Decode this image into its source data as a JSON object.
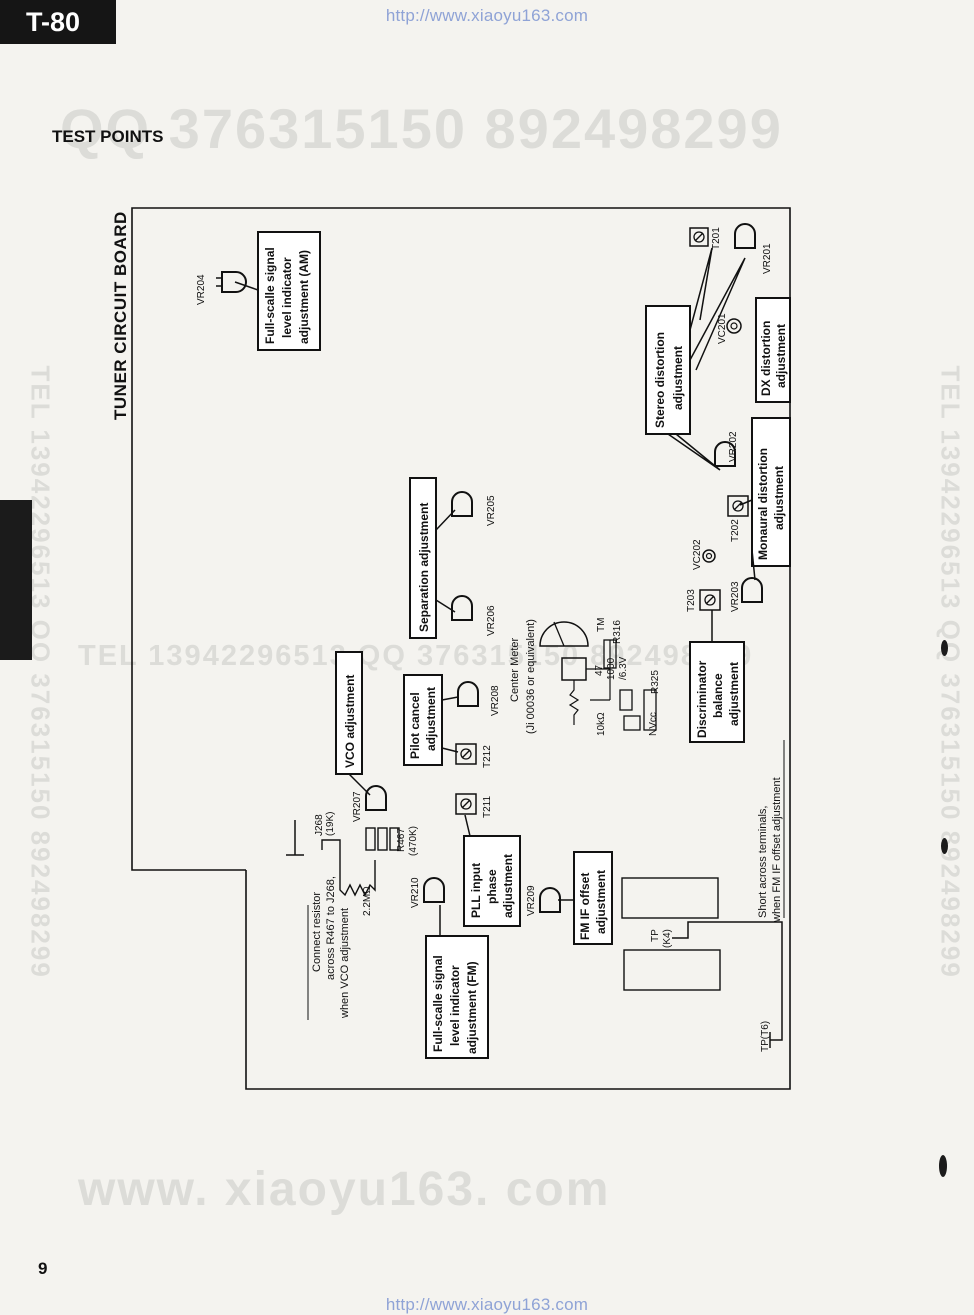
{
  "header": {
    "model": "T-80",
    "url_top": "http://www.xiaoyu163.com",
    "url_bottom": "http://www.xiaoyu163.com"
  },
  "page": {
    "section_title": "TEST POINTS",
    "page_number": "9"
  },
  "watermarks": {
    "qq_top": "QQ 376315150    892498299",
    "tel_middle": "TEL 13942296513   QQ 376315150   892498299",
    "site_bottom": "www. xiaoyu163. com",
    "side_left": "TEL 13942296513   QQ 376315150   892498299",
    "side_right": "TEL 13942296513   QQ 376315150   892498299"
  },
  "diagram": {
    "board_title": "TUNER CIRCUIT BOARD",
    "callouts": {
      "full_scale_am": [
        "Full-scalle signal",
        "level indicator",
        "adjustment (AM)"
      ],
      "full_scale_fm": [
        "Full-scalle signal",
        "level indicator",
        "adjustment (FM)"
      ],
      "vco": [
        "VCO adjustment"
      ],
      "pll": [
        "PLL input",
        "phase",
        "adjustment"
      ],
      "pilot": [
        "Pilot cancel",
        "adjustment"
      ],
      "separation": [
        "Separation adjustment"
      ],
      "fm_if": [
        "FM IF offset",
        "adjustment"
      ],
      "discriminator": [
        "Discriminator",
        "balance",
        "adjustment"
      ],
      "monaural": [
        "Monaural distortion",
        "adjustment"
      ],
      "stereo": [
        "Stereo distortion",
        "adjustment"
      ],
      "dx": [
        "DX distortion",
        "adjustment"
      ]
    },
    "components": {
      "vr204": "VR204",
      "vr201": "VR201",
      "t201": "T201",
      "vc201": "VC201",
      "vr202": "VR202",
      "t202": "T202",
      "vc202": "VC202",
      "t203": "T203",
      "vr203": "VR203",
      "vr205": "VR205",
      "vr206": "VR206",
      "vr208": "VR208",
      "t212": "T212",
      "t211": "T211",
      "vr207": "VR207",
      "vr209": "VR209",
      "vr210": "VR210",
      "j268": "J268",
      "j268_value": "(19K)",
      "r467": "R467",
      "r467_value": "(470K)",
      "resistor_value": "2.2MΩ",
      "r316": "R316",
      "r325": "R325",
      "tm": "TM",
      "res_10k": "10kΩ",
      "res_47": "47",
      "cap_value": "1000",
      "cap_voltage": "/6.3V",
      "nvcc": "NVcc",
      "tp_k4": "TP",
      "tp_k4_sub": "(K4)",
      "tp_t6": "TP(T6)"
    },
    "notes": {
      "center_meter": [
        "Center Meter",
        "(Ji 00036 or equivalent)"
      ],
      "connect_resistor": [
        "Connect resistor",
        "across R467 to J268,",
        "when VCO adjustment"
      ],
      "short_terminals": [
        "Short across terminals,",
        "when FM IF offset adjustment"
      ]
    }
  }
}
